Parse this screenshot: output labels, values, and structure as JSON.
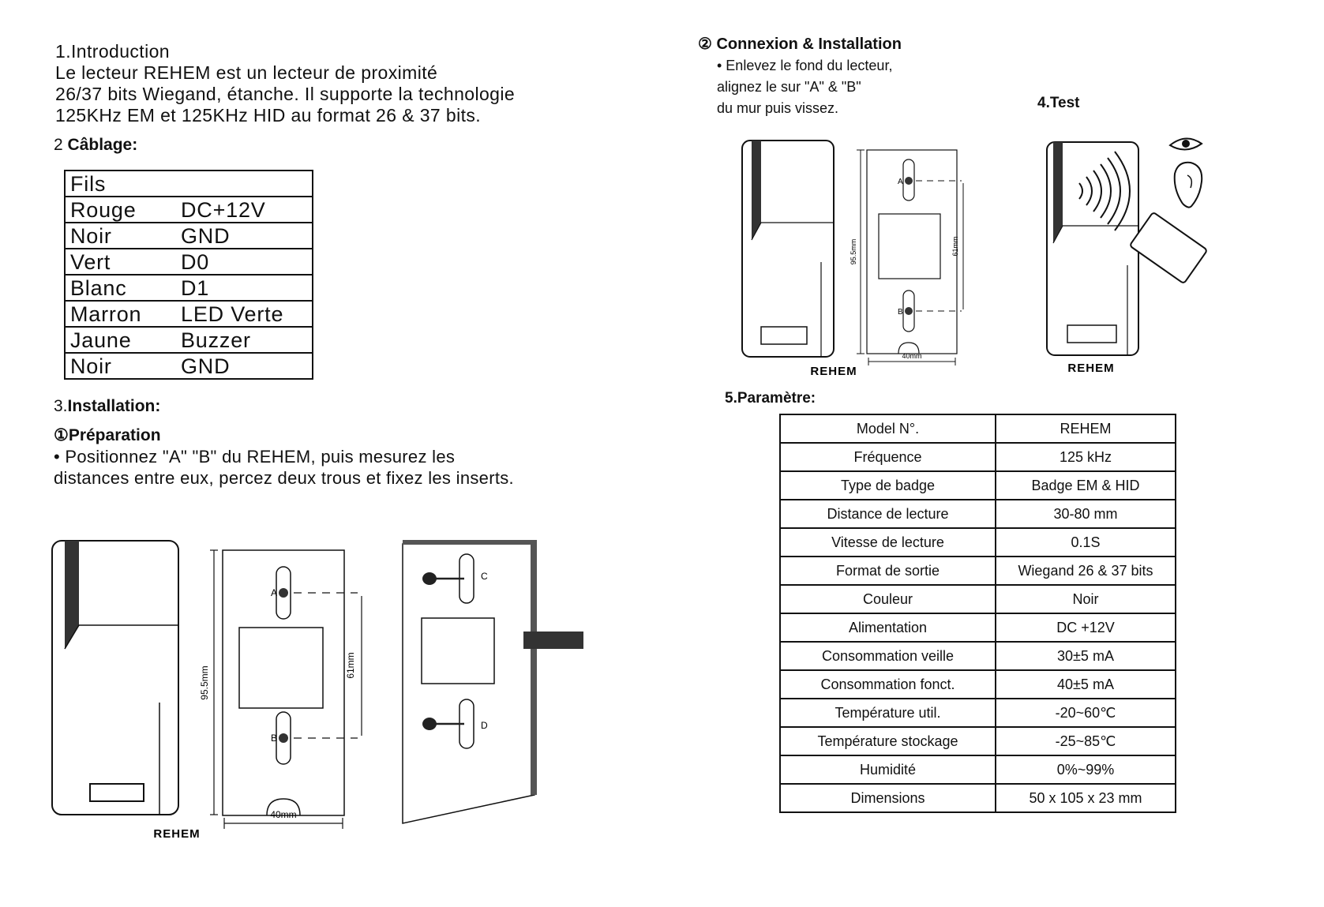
{
  "intro": {
    "title": "1.Introduction",
    "lines": [
      "Le lecteur REHEM est un lecteur de proximité",
      "26/37 bits Wiegand, étanche. Il supporte la technologie",
      "125KHz EM et 125KHz HID au format 26 & 37 bits."
    ]
  },
  "wiring": {
    "title_num": "2",
    "title": "Câblage:",
    "header": "Fils",
    "rows": [
      {
        "wire": "Rouge",
        "signal": "DC+12V"
      },
      {
        "wire": "Noir",
        "signal": "GND"
      },
      {
        "wire": "Vert",
        "signal": "D0"
      },
      {
        "wire": "Blanc",
        "signal": "D1"
      },
      {
        "wire": "Marron",
        "signal": "LED Verte"
      },
      {
        "wire": "Jaune",
        "signal": "Buzzer"
      },
      {
        "wire": "Noir",
        "signal": "GND"
      }
    ]
  },
  "installation": {
    "title_num": "3.",
    "title": "Installation:",
    "prep_title": "①Préparation",
    "prep_lines": [
      "• Positionnez \"A\" \"B\" du REHEM, puis mesurez les",
      "distances entre eux, percez deux trous et fixez les inserts."
    ]
  },
  "connexion": {
    "title": "② Connexion & Installation",
    "lines": [
      "• Enlevez le fond du lecteur,",
      "alignez le sur \"A\" & \"B\"",
      "du mur puis vissez."
    ]
  },
  "test": {
    "title": "4.Test"
  },
  "diagram": {
    "brand": "REHEM",
    "height_label": "95.5mm",
    "spacing_label": "61mm",
    "width_label": "40mm",
    "point_a": "A",
    "point_b": "B",
    "point_c": "C",
    "point_d": "D"
  },
  "parameters": {
    "title": "5.Paramètre:",
    "rows": [
      {
        "key": "Model N°.",
        "value": "REHEM"
      },
      {
        "key": "Fréquence",
        "value": "125 kHz"
      },
      {
        "key": "Type de badge",
        "value": "Badge EM & HID"
      },
      {
        "key": "Distance de lecture",
        "value": "30-80 mm"
      },
      {
        "key": "Vitesse de lecture",
        "value": "0.1S"
      },
      {
        "key": "Format de sortie",
        "value": "Wiegand 26 & 37 bits"
      },
      {
        "key": "Couleur",
        "value": "Noir"
      },
      {
        "key": "Alimentation",
        "value": "DC +12V"
      },
      {
        "key": "Consommation veille",
        "value": "30±5 mA"
      },
      {
        "key": "Consommation fonct.",
        "value": "40±5 mA"
      },
      {
        "key": "Température util.",
        "value": "-20~60℃"
      },
      {
        "key": "Température stockage",
        "value": "-25~85℃"
      },
      {
        "key": "Humidité",
        "value": "0%~99%"
      },
      {
        "key": "Dimensions",
        "value": "50 x 105 x 23 mm"
      }
    ]
  }
}
